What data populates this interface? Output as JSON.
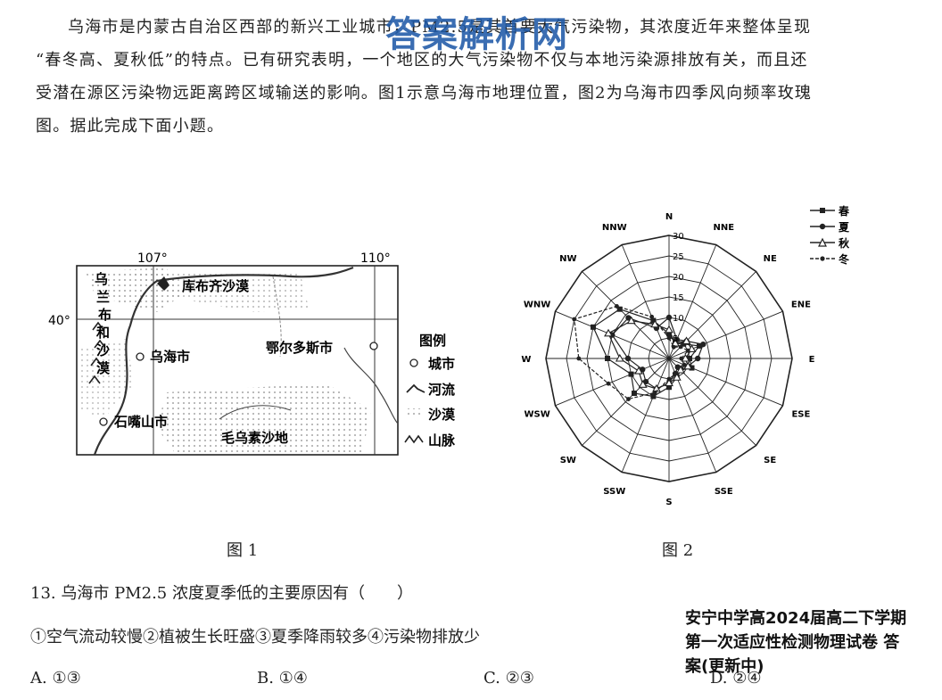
{
  "watermark": "答案解析网",
  "passage": [
    "乌海市是内蒙古自治区西部的新兴工业城市，PM2.5是其首要大气污染物，其浓度近年来整体呈现",
    "“春冬高、夏秋低”的特点。已有研究表明，一个地区的大气污染物不仅与本地污染源排放有关，而且还",
    "受潜在源区污染物远距离跨区域输送的影响。图1示意乌海市地理位置，图2为乌海市四季风向频率玫瑰",
    "图。据此完成下面小题。"
  ],
  "figure1": {
    "caption": "图 1",
    "lon_labels": [
      "107°",
      "110°"
    ],
    "lat_label": "40°",
    "places": {
      "kubuqi": "库布齐沙漠",
      "wuhai": "乌海市",
      "ordos": "鄂尔多斯市",
      "shizuishan": "石嘴山市",
      "maowusu": "毛乌素沙地",
      "ulanbuh": [
        "乌",
        "兰",
        "布",
        "和",
        "沙",
        "漠"
      ]
    },
    "legend": {
      "title": "图例",
      "items": [
        {
          "icon": "city-circle-icon",
          "label": "城市"
        },
        {
          "icon": "river-icon",
          "label": "河流"
        },
        {
          "icon": "desert-dots-icon",
          "label": "沙漠"
        },
        {
          "icon": "mountain-icon",
          "label": "山脉"
        }
      ]
    }
  },
  "figure2": {
    "caption": "图 2",
    "rings": [
      "5",
      "10",
      "15",
      "20",
      "25",
      "30"
    ],
    "directions": [
      "N",
      "NNE",
      "NE",
      "ENE",
      "E",
      "ESE",
      "SE",
      "SSE",
      "S",
      "SSW",
      "SW",
      "WSW",
      "W",
      "WNW",
      "NW",
      "NNW"
    ],
    "legend": [
      "春",
      "夏",
      "秋",
      "冬"
    ]
  },
  "chart_data": {
    "type": "radar",
    "title": "",
    "categories": [
      "N",
      "NNE",
      "NE",
      "ENE",
      "E",
      "ESE",
      "SE",
      "SSE",
      "S",
      "SSW",
      "SW",
      "WSW",
      "W",
      "WNW",
      "NW",
      "NNW"
    ],
    "rmax": 30,
    "ticks": [
      5,
      10,
      15,
      20,
      25,
      30
    ],
    "series": [
      {
        "name": "春",
        "marker": "filled-square",
        "values": [
          6,
          4,
          5,
          8,
          5,
          6,
          4,
          5,
          7,
          10,
          12,
          10,
          15,
          20,
          17,
          10
        ]
      },
      {
        "name": "夏",
        "marker": "filled-circle",
        "values": [
          10,
          5,
          6,
          9,
          7,
          5,
          3,
          4,
          6,
          8,
          8,
          7,
          10,
          15,
          14,
          8
        ]
      },
      {
        "name": "秋",
        "marker": "open-triangle",
        "values": [
          7,
          4,
          6,
          6,
          4,
          5,
          4,
          5,
          6,
          8,
          9,
          8,
          12,
          16,
          13,
          9
        ]
      },
      {
        "name": "冬",
        "marker": "filled-dot",
        "values": [
          5,
          3,
          4,
          5,
          3,
          4,
          3,
          4,
          5,
          9,
          14,
          16,
          22,
          25,
          18,
          11
        ]
      }
    ]
  },
  "question": {
    "stem": "13. 乌海市 PM2.5 浓度夏季低的主要原因有（　　）",
    "statements": "①空气流动较慢②植被生长旺盛③夏季降雨较多④污染物排放少",
    "options": [
      "A. ①③",
      "B. ①④",
      "C. ②③",
      "D. ②④"
    ]
  },
  "overlay": [
    "安宁中学高2024届高二下学期",
    "第一次适应性检测物理试卷 答",
    "案(更新中)"
  ]
}
